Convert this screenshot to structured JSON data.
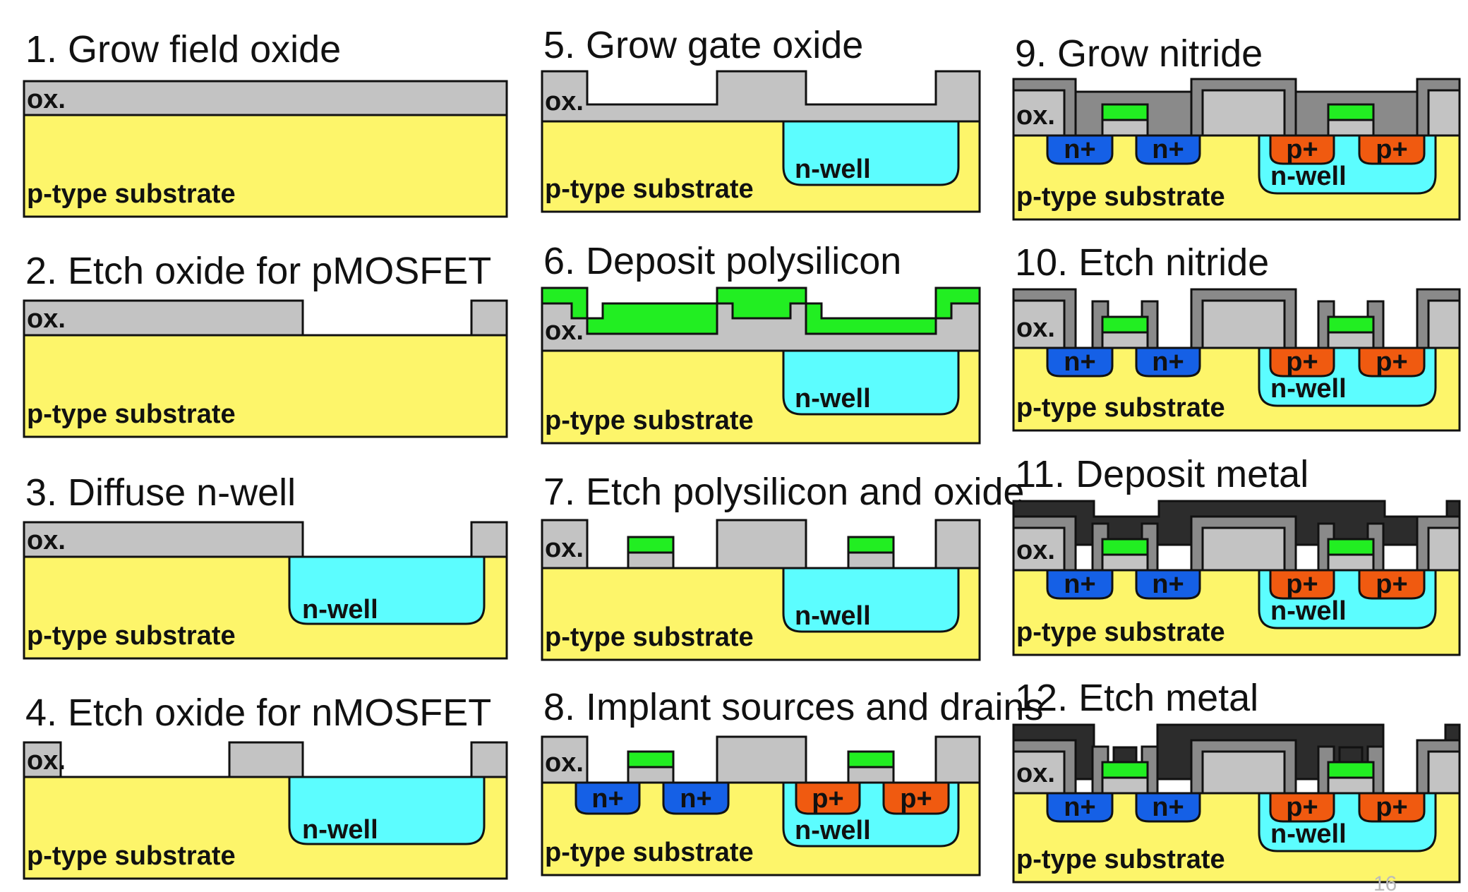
{
  "colors": {
    "substrate": "#fdf56a",
    "oxide": "#c3c3c3",
    "nwell": "#5cfdff",
    "poly": "#22ee22",
    "nitride": "#8a8a8a",
    "metal": "#2c2c2c",
    "nplus": "#1560e6",
    "pplus": "#f05a10",
    "outline": "#111111"
  },
  "labels": {
    "oxide": "ox.",
    "substrate": "p-type substrate",
    "nwell": "n-well",
    "nplus": "n+",
    "pplus": "p+"
  },
  "steps": [
    {
      "number": 1,
      "title": "1. Grow field oxide"
    },
    {
      "number": 2,
      "title": "2. Etch oxide for pMOSFET"
    },
    {
      "number": 3,
      "title": "3. Diffuse n-well"
    },
    {
      "number": 4,
      "title": "4. Etch oxide for nMOSFET"
    },
    {
      "number": 5,
      "title": "5. Grow gate oxide"
    },
    {
      "number": 6,
      "title": "6. Deposit polysilicon"
    },
    {
      "number": 7,
      "title": "7. Etch polysilicon and oxide"
    },
    {
      "number": 8,
      "title": "8. Implant sources and drains"
    },
    {
      "number": 9,
      "title": "9. Grow nitride"
    },
    {
      "number": 10,
      "title": "10. Etch nitride"
    },
    {
      "number": 11,
      "title": "11. Deposit metal"
    },
    {
      "number": 12,
      "title": "12. Etch metal"
    }
  ],
  "page_number": "16"
}
